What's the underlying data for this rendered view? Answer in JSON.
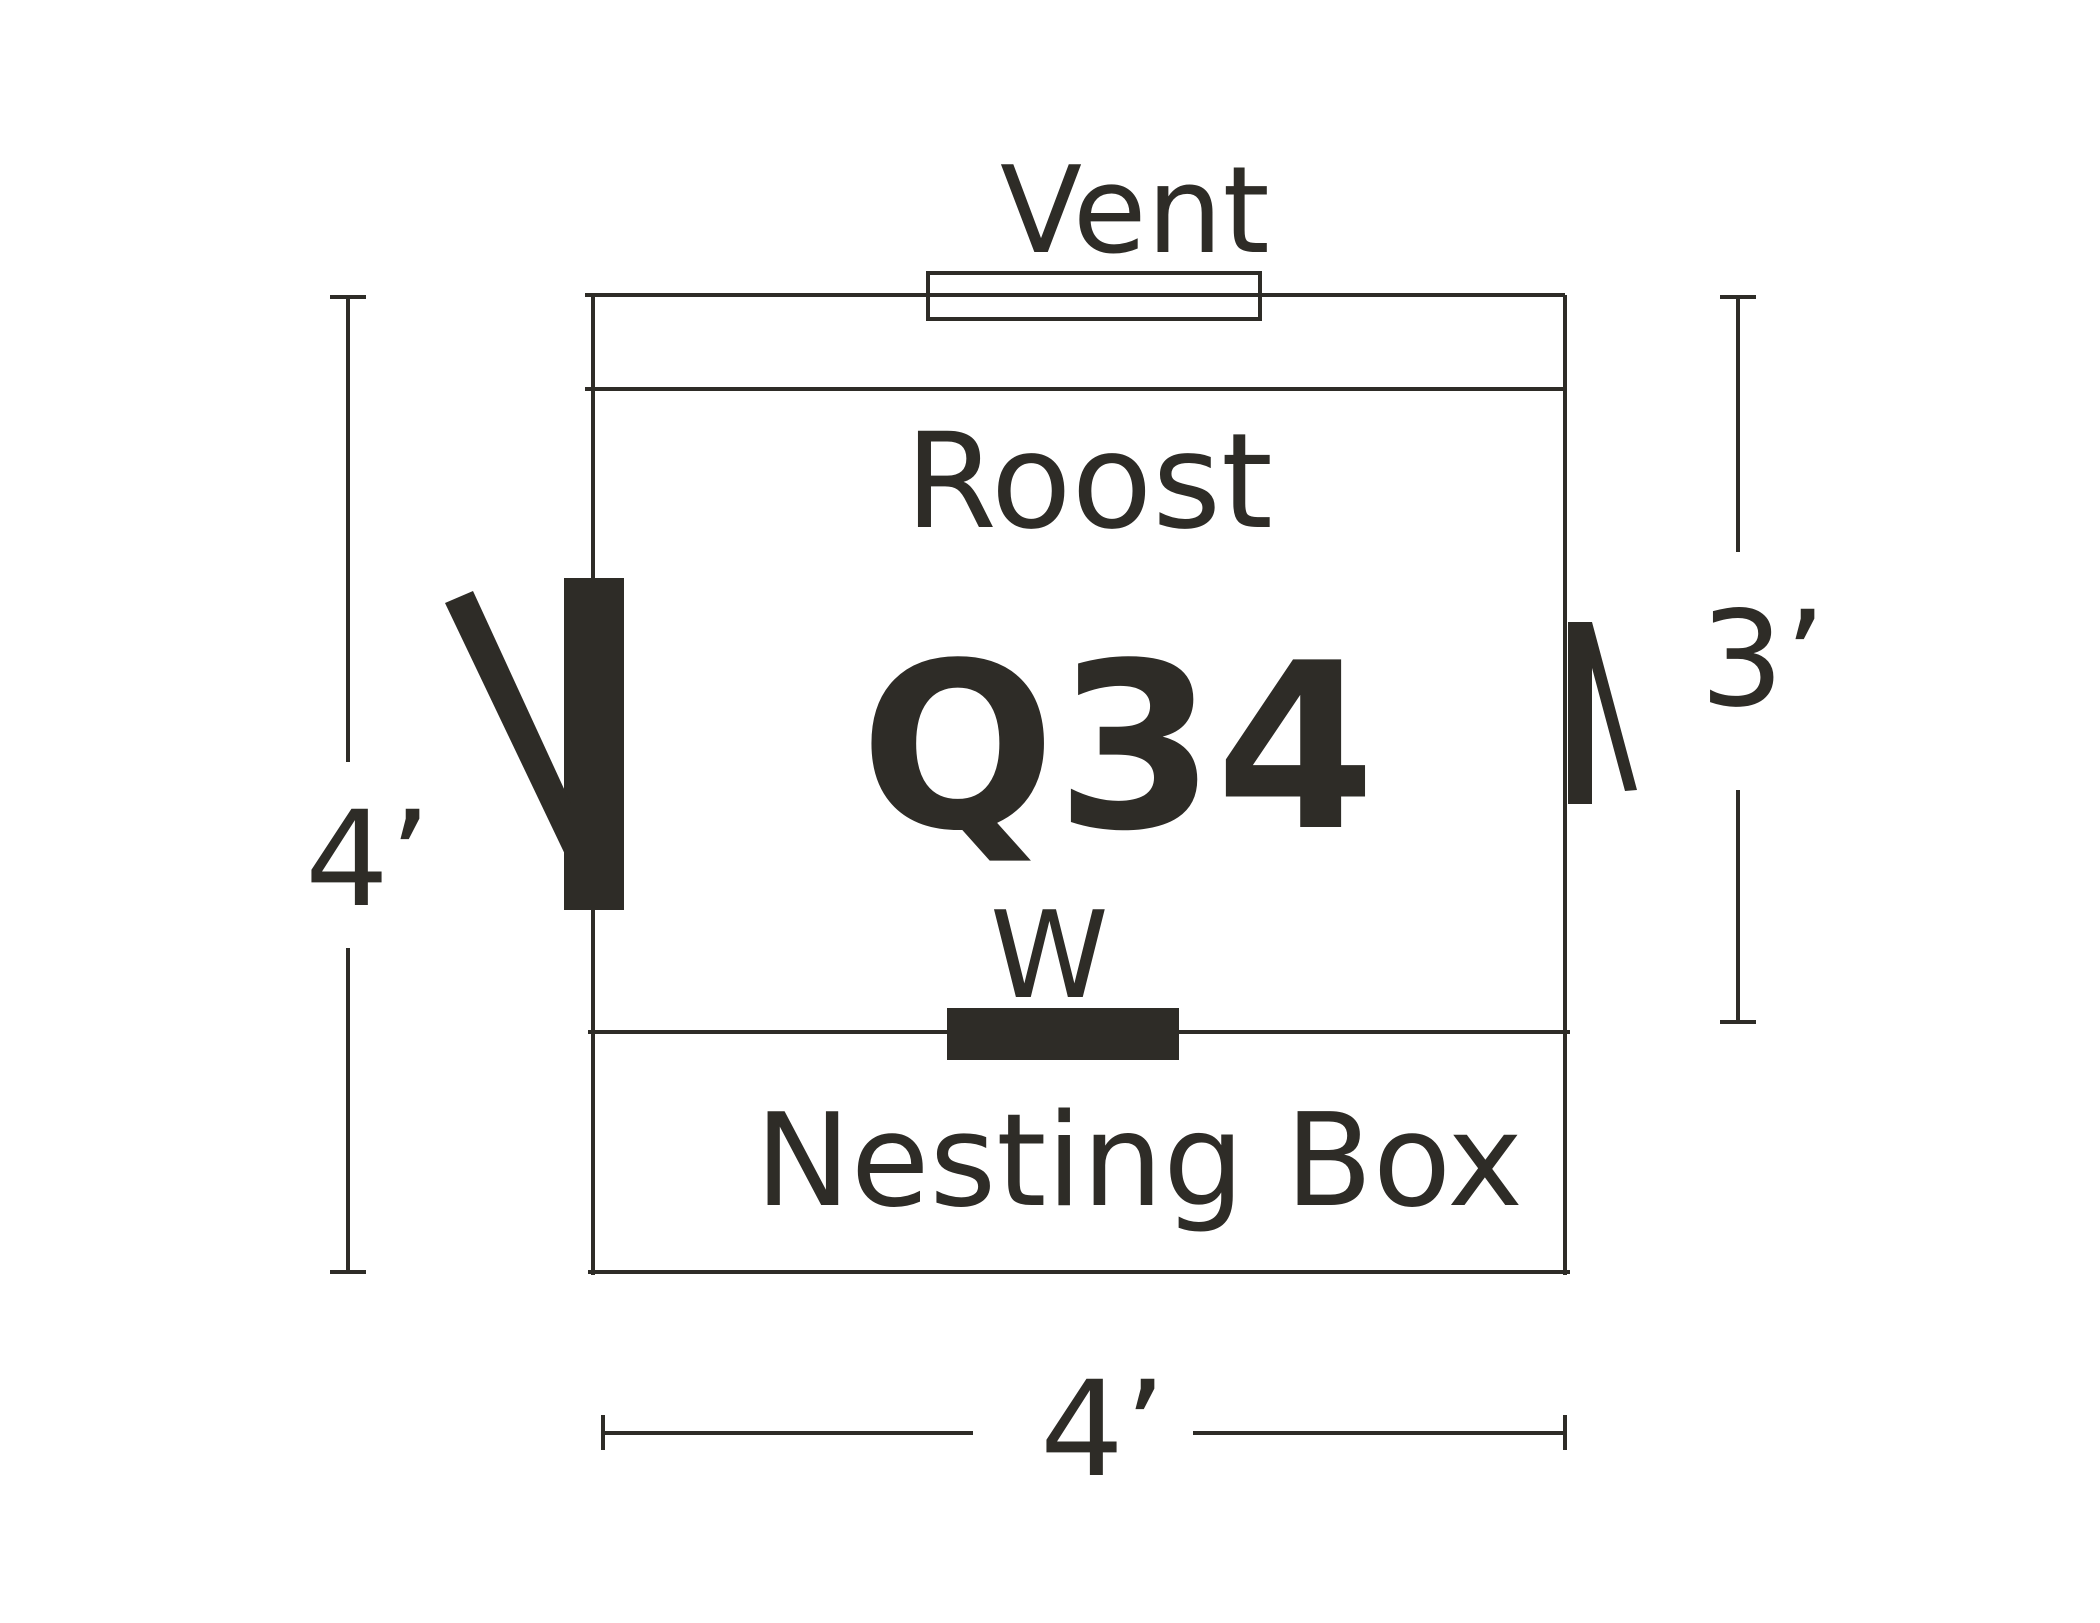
{
  "labels": {
    "vent": "Vent",
    "roost": "Roost",
    "coop_code": "Q34",
    "window": "W",
    "nesting_box": "Nesting Box"
  },
  "dimensions": {
    "left_height": "4’",
    "right_height": "3’",
    "bottom_width": "4’"
  },
  "colors": {
    "ink": "#2e2c27",
    "background": "#ffffff"
  }
}
